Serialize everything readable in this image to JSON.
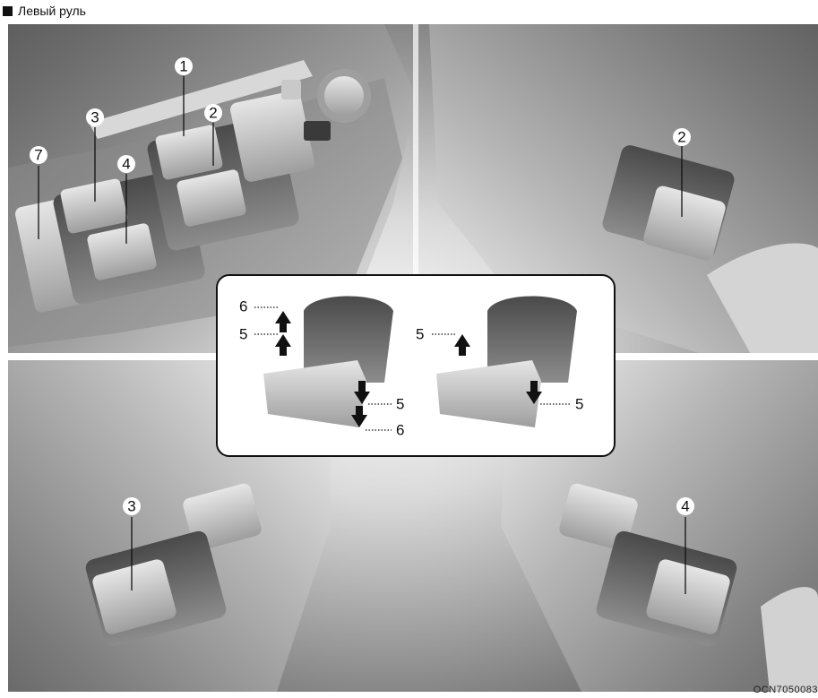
{
  "header": {
    "title": "Левый руль"
  },
  "figure_code": "OCN7050083",
  "callouts": {
    "c1": "1",
    "c2": "2",
    "c3": "3",
    "c4": "4",
    "c7": "7",
    "p2": "2",
    "p3": "3",
    "p4": "4"
  },
  "inset": {
    "left_up_outer": "6",
    "left_up_inner": "5",
    "left_down_inner": "5",
    "left_down_outer": "6",
    "right_up": "5",
    "right_down": "5"
  },
  "colors": {
    "panel_dark": "#6f6f6f",
    "panel_light": "#e9e9e9",
    "switch": "#bdbdbd",
    "line": "#111111"
  }
}
